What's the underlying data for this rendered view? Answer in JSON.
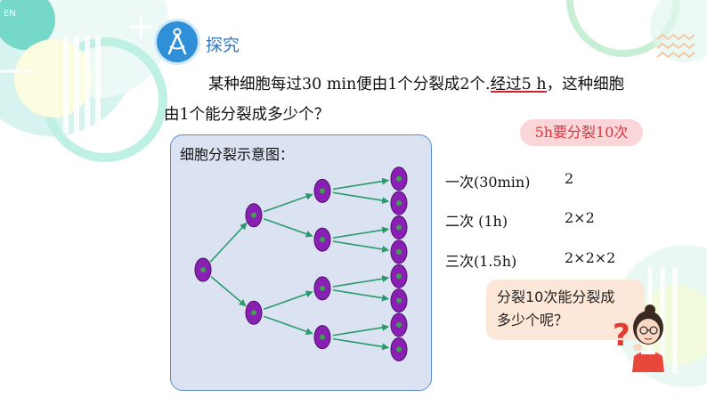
{
  "page": {
    "section_title": "探究",
    "corner_mark": "EN"
  },
  "problem": {
    "line1_pre": "某种细胞每过30 min便由1个分裂成2个.",
    "line1_highlight": "经过5 h",
    "line1_post": "，这种细胞",
    "line2": "由1个能分裂成多少个？"
  },
  "callout": {
    "text": "5h要分裂10次"
  },
  "diagram": {
    "title": "细胞分裂示意图：",
    "levels": [
      1,
      2,
      4,
      8
    ]
  },
  "steps": [
    {
      "label": "一次(30min)",
      "value": "2"
    },
    {
      "label": "二次 (1h)",
      "value": "2×2"
    },
    {
      "label": "三次(1.5h)",
      "value": "2×2×2"
    }
  ],
  "question": {
    "line1": "分裂10次能分裂成",
    "line2": "多少个呢？",
    "mark": "?"
  },
  "colors": {
    "accent_blue": "#2f8fd8",
    "cell_fill": "#8a1fb4",
    "cell_nucleus": "#3ca24e",
    "arrow": "#2a9a6a",
    "highlight_red": "#d4202b",
    "panel_bg": "#dbe3f3"
  },
  "icons": {
    "header": "compass-icon",
    "character": "thinking-girl-icon"
  }
}
